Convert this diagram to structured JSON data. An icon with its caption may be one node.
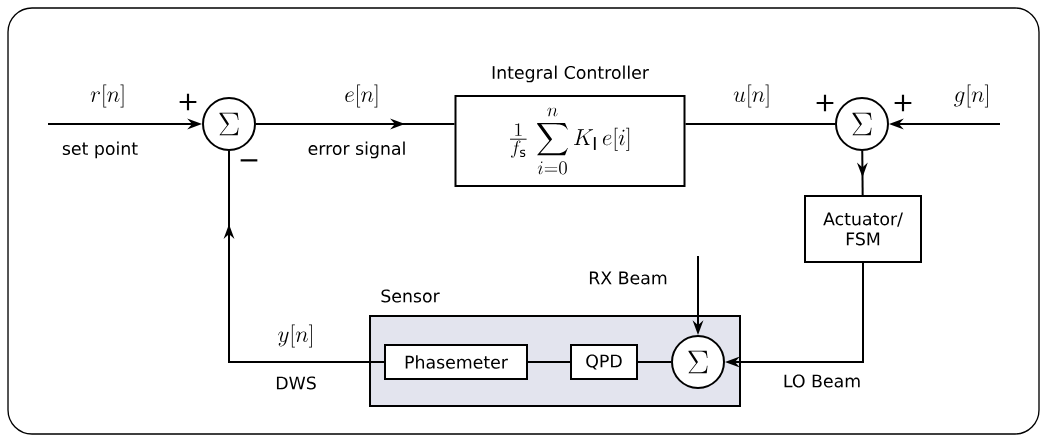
{
  "diagram": {
    "nodes": [
      {
        "text": [
          "\\Sigma"
        ]
      },
      {
        "text": [
          "Integral Controller",
          "\\tfrac{1}{f_\\mathrm{s}}\\,\\sum_{i=0}^{n} K_\\mathrm{I}\\, e[i]"
        ]
      },
      {
        "text": [
          "\\Sigma"
        ]
      },
      {
        "text": [
          "Actuator/ FSM"
        ]
      },
      {
        "text": [
          "Sensor"
        ]
      },
      {
        "text": [
          "Phasemeter"
        ],
        "in": 4
      },
      {
        "text": [
          "QPD"
        ],
        "in": 4
      },
      {
        "text": [
          "\\Sigma"
        ],
        "in": 4
      }
    ],
    "edges": [
      {
        "from": null,
        "to": 0,
        "arrow": "to",
        "label": "r[n]"
      },
      {
        "from": 0,
        "to": 1,
        "arrow": "to",
        "label": "e[n]"
      },
      {
        "from": 1,
        "to": 2,
        "arrow": "none",
        "label": "u[n]"
      },
      {
        "from": null,
        "to": 2,
        "arrow": "to",
        "label": "g[n]"
      },
      {
        "from": 2,
        "to": 3,
        "arrow": "to"
      },
      {
        "from": 3,
        "to": 7,
        "arrow": "to",
        "label": "LO Beam"
      },
      {
        "from": null,
        "to": 7,
        "arrow": "to",
        "label": "RX Beam"
      },
      {
        "from": 7,
        "to": 6,
        "arrow": "none"
      },
      {
        "from": 6,
        "to": 5,
        "arrow": "none"
      },
      {
        "from": 5,
        "to": 0,
        "arrow": "to",
        "label": "y[n]"
      }
    ],
    "labels": [
      "+",
      "+",
      "+",
      "set point",
      "error signal",
      "−",
      "DWS"
    ]
  }
}
